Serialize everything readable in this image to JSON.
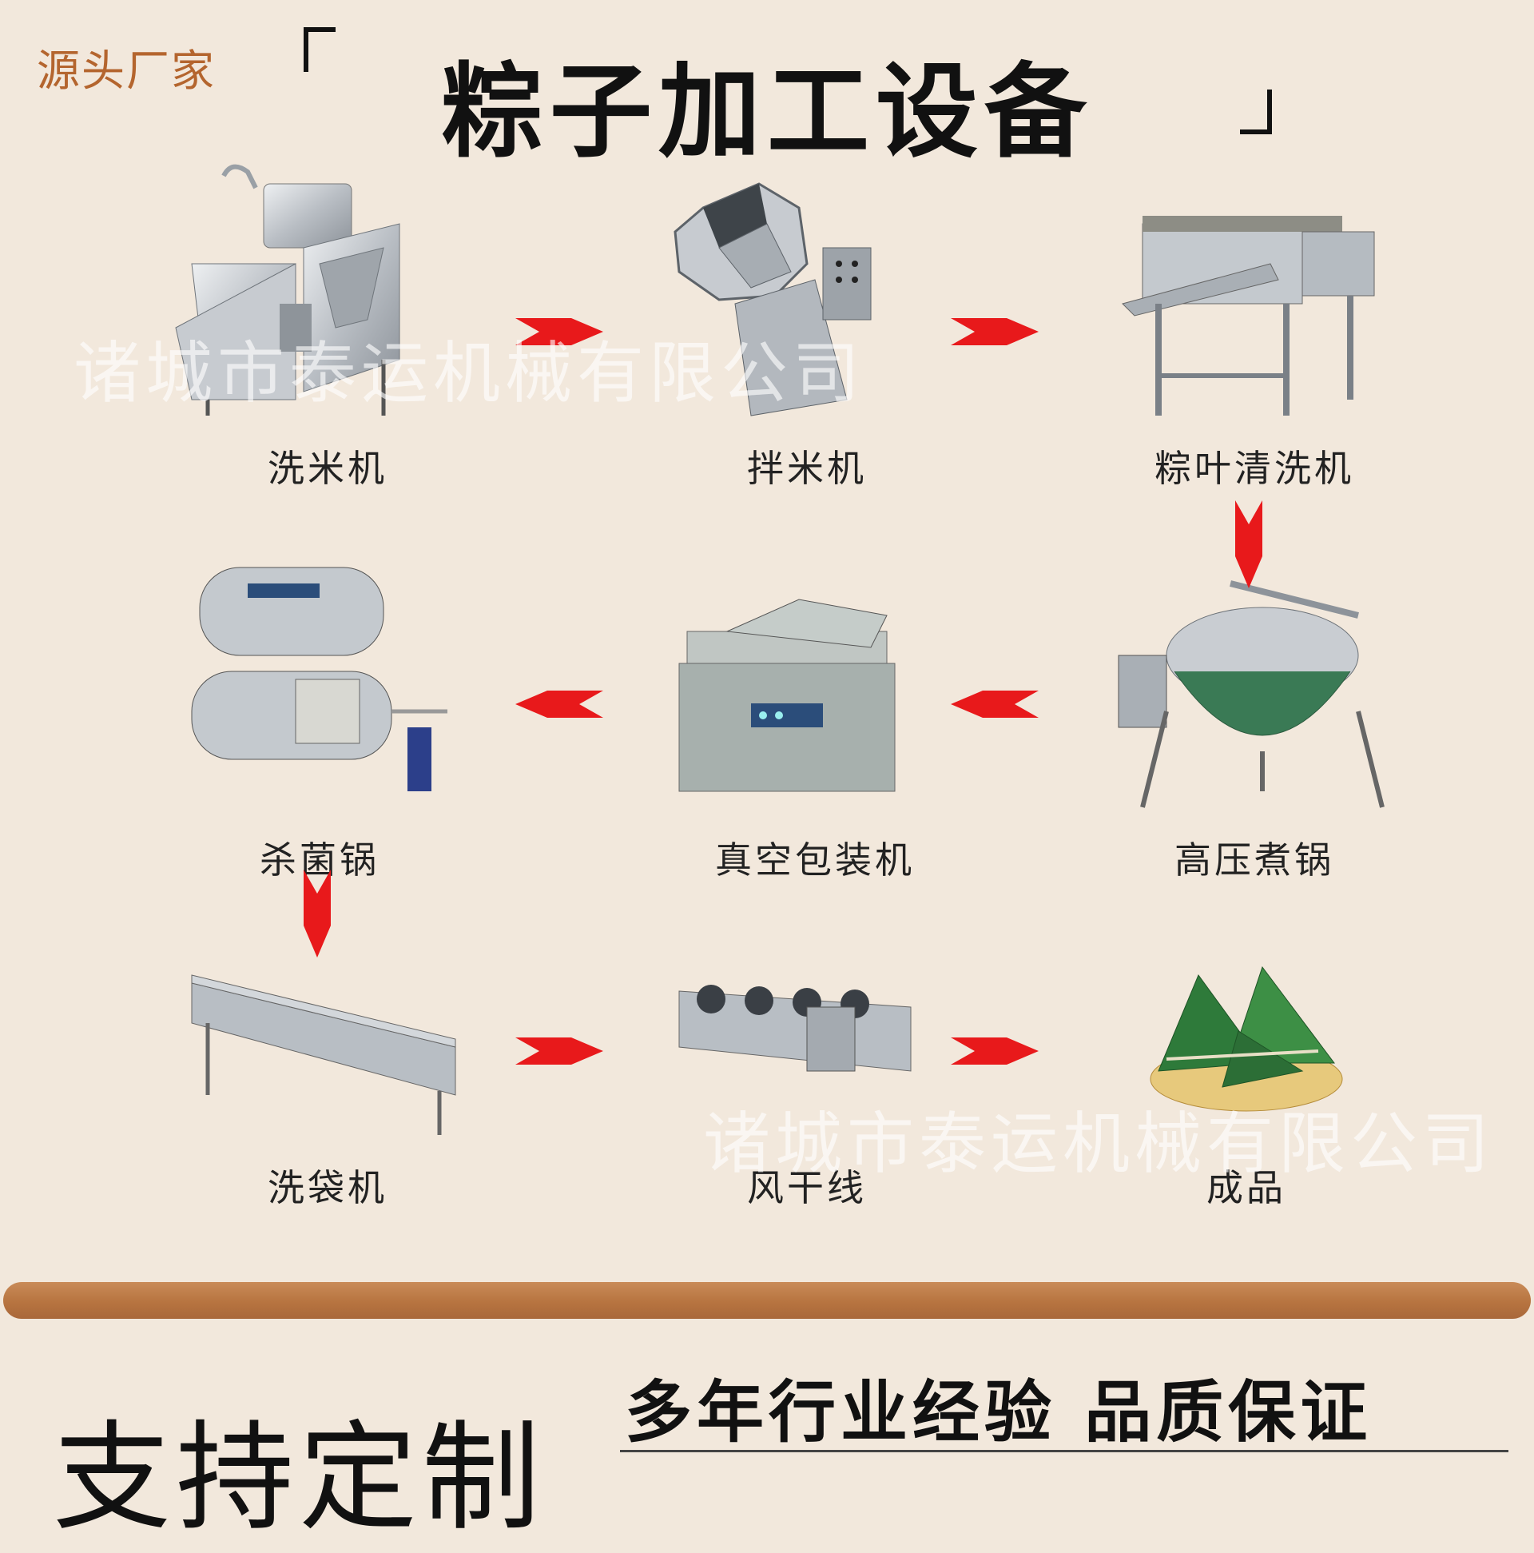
{
  "header": {
    "source_label": "源头厂家",
    "title": "粽子加工设备"
  },
  "steps": [
    {
      "id": "rice-washer",
      "label": "洗米机"
    },
    {
      "id": "rice-mixer",
      "label": "拌米机"
    },
    {
      "id": "leaf-washer",
      "label": "粽叶清洗机"
    },
    {
      "id": "pressure-cooker",
      "label": "高压煮锅"
    },
    {
      "id": "vacuum-packer",
      "label": "真空包装机"
    },
    {
      "id": "sterilizer",
      "label": "杀菌锅"
    },
    {
      "id": "bag-washer",
      "label": "洗袋机"
    },
    {
      "id": "air-dryer",
      "label": "风干线"
    },
    {
      "id": "product",
      "label": "成品"
    }
  ],
  "watermarks": [
    "诸城市泰运机械有限公司",
    "诸城市泰运机械有限公司"
  ],
  "footer": {
    "custom_label": "支持定制",
    "slogan": "多年行业经验 品质保证"
  },
  "colors": {
    "background": "#f2e8dc",
    "arrow": "#e8191b",
    "divider": "#b77440",
    "source_label": "#b4652e"
  },
  "icons": {
    "flow_arrow": "red-chevron-arrow"
  }
}
